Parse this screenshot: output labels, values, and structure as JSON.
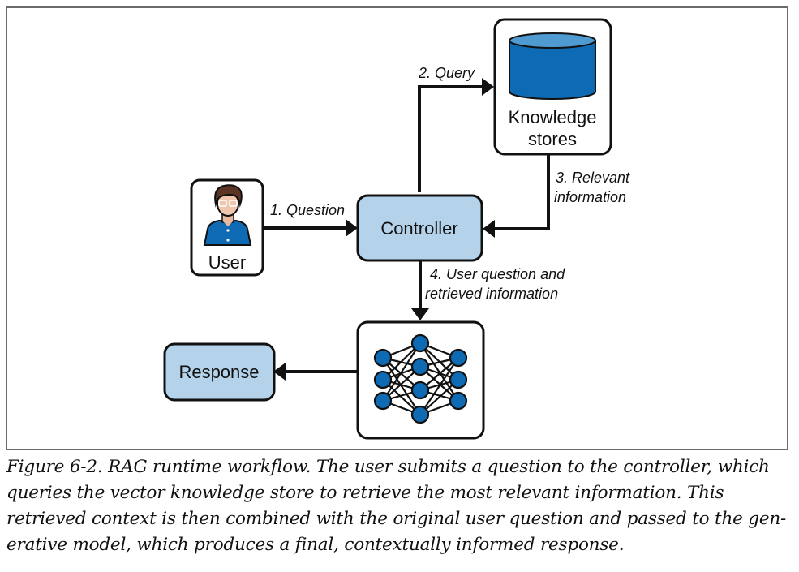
{
  "figure": {
    "nodes": {
      "user": {
        "label": "User",
        "icon": "user-avatar-icon"
      },
      "controller": {
        "label": "Controller"
      },
      "knowledge_stores": {
        "label_line1": "Knowledge",
        "label_line2": "stores",
        "icon": "database-cylinder-icon"
      },
      "model": {
        "icon": "neural-network-icon"
      },
      "response": {
        "label": "Response"
      }
    },
    "edges": {
      "question": {
        "label": "1. Question"
      },
      "query": {
        "label": "2. Query"
      },
      "relevant": {
        "label_line1": "3. Relevant",
        "label_line2": "information"
      },
      "combined": {
        "label_line1": "4. User question and",
        "label_line2": "retrieved information"
      }
    },
    "colors": {
      "box_fill_blue": "#b4d3ea",
      "icon_blue": "#0f6ab4",
      "icon_blue_top": "#4f9bd1",
      "stroke": "#111111"
    }
  },
  "caption": {
    "lines": [
      "Figure 6-2. RAG runtime workflow. The user submits a question to the controller, which",
      "queries the vector knowledge store to retrieve the most relevant information. This",
      "retrieved context is then combined with the original user question and passed to the gen-",
      "erative model, which produces a final, contextually informed response."
    ]
  }
}
